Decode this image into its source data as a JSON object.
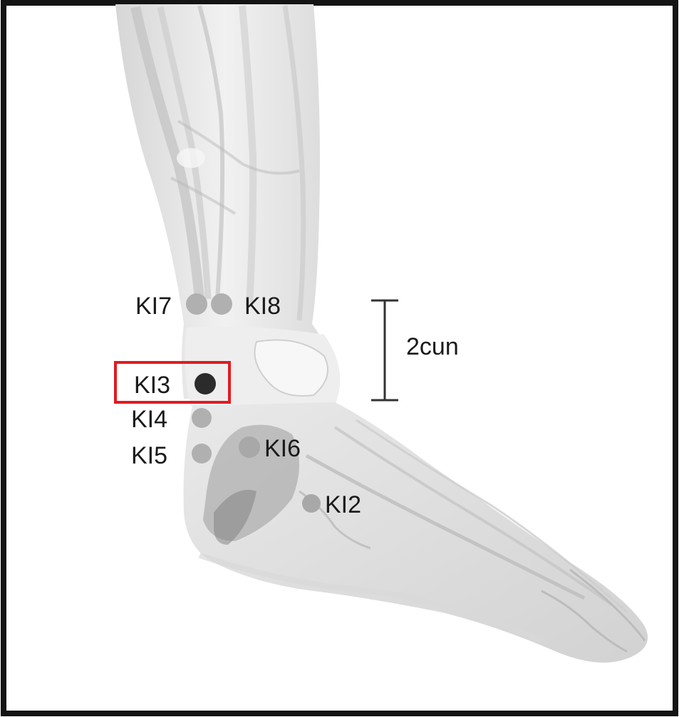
{
  "diagram": {
    "points": [
      {
        "id": "KI7",
        "label": "KI7",
        "highlighted": false
      },
      {
        "id": "KI8",
        "label": "KI8",
        "highlighted": false
      },
      {
        "id": "KI3",
        "label": "KI3",
        "highlighted": true
      },
      {
        "id": "KI4",
        "label": "KI4",
        "highlighted": false
      },
      {
        "id": "KI5",
        "label": "KI5",
        "highlighted": false
      },
      {
        "id": "KI6",
        "label": "KI6",
        "highlighted": false
      },
      {
        "id": "KI2",
        "label": "KI2",
        "highlighted": false
      }
    ],
    "measurement": {
      "label": "2cun"
    },
    "colors": {
      "frame": "#141414",
      "highlight_box": "#e11b22",
      "active_point": "#2b2b2b",
      "inactive_point": "#b0b0b0",
      "anatomy_fill": "#e6e6e6",
      "anatomy_shade": "#c4c4c4"
    }
  }
}
